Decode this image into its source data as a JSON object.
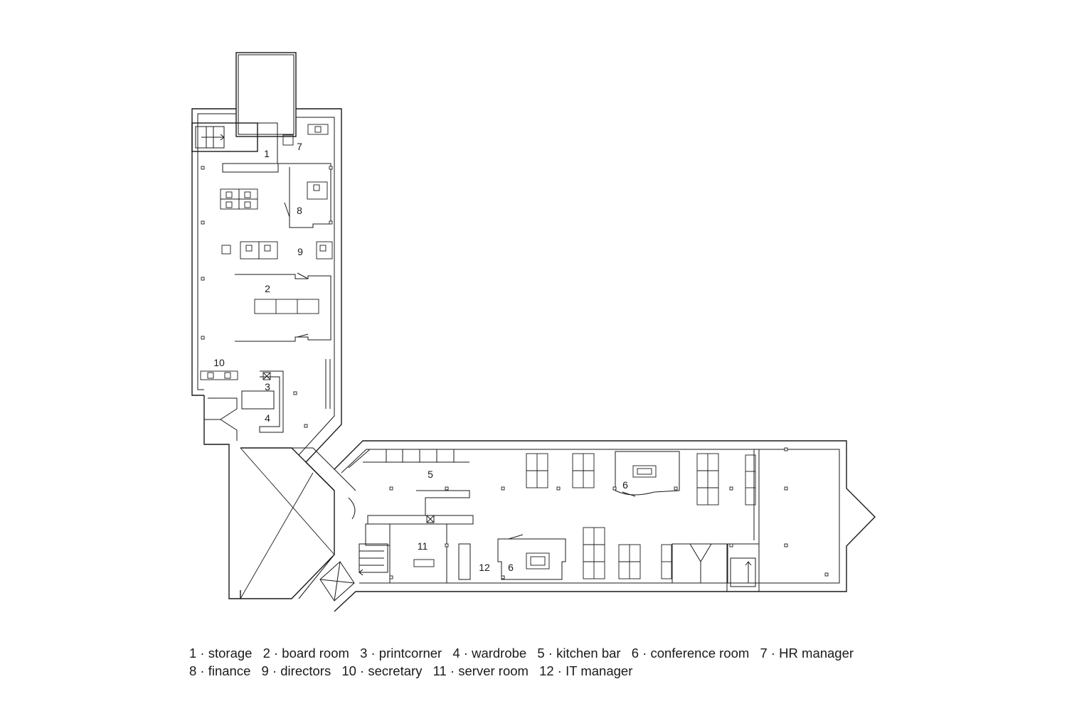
{
  "rooms": [
    {
      "id": "1",
      "label": "1"
    },
    {
      "id": "2",
      "label": "2"
    },
    {
      "id": "3",
      "label": "3"
    },
    {
      "id": "4",
      "label": "4"
    },
    {
      "id": "5",
      "label": "5"
    },
    {
      "id": "6a",
      "label": "6"
    },
    {
      "id": "6b",
      "label": "6"
    },
    {
      "id": "7",
      "label": "7"
    },
    {
      "id": "8",
      "label": "8"
    },
    {
      "id": "9",
      "label": "9"
    },
    {
      "id": "10",
      "label": "10"
    },
    {
      "id": "11",
      "label": "11"
    },
    {
      "id": "12",
      "label": "12"
    }
  ],
  "legend": {
    "rows": [
      [
        "1 · storage",
        "2 · board room",
        "3 · printcorner",
        "4 · wardrobe",
        "5 · kitchen bar",
        "6 · conference room",
        "7 · HR manager"
      ],
      [
        "8 · finance",
        "9 · directors",
        "10 · secretary",
        "11 · server room",
        "12 · IT manager"
      ]
    ]
  }
}
